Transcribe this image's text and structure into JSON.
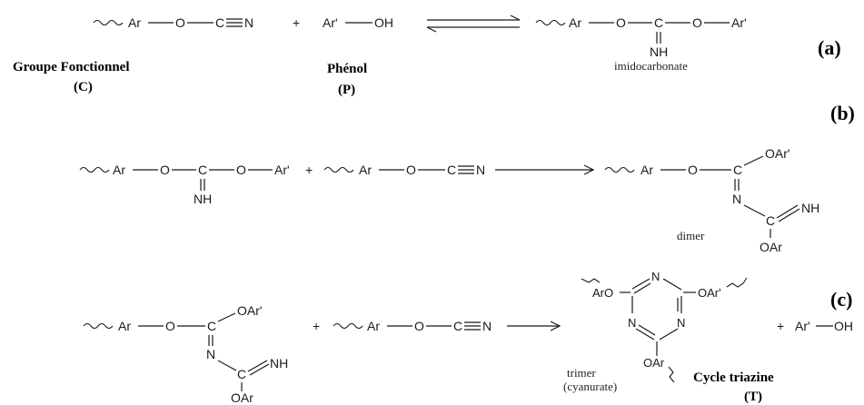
{
  "reaction_a": {
    "tag": "(a)",
    "ar": "Ar",
    "ar_prime": "Ar'",
    "o": "O",
    "c": "C",
    "n": "N",
    "oh": "OH",
    "nh": "NH",
    "plus": "+",
    "label_c_title": "Groupe Fonctionnel",
    "label_c_code": "(C)",
    "label_p_title": "Phénol",
    "label_p_code": "(P)",
    "product_caption": "imidocarbonate"
  },
  "reaction_b": {
    "tag": "(b)",
    "ar": "Ar",
    "ar_prime": "Ar'",
    "o": "O",
    "c": "C",
    "n": "N",
    "nh": "NH",
    "oar": "OAr",
    "oar_prime": "OAr'",
    "plus": "+",
    "product_caption": "dimer"
  },
  "reaction_c": {
    "tag": "(c)",
    "ar": "Ar",
    "o": "O",
    "c": "C",
    "n": "N",
    "nh": "NH",
    "oar": "OAr",
    "oar_prime": "OAr'",
    "aro": "ArO",
    "ar_prime": "Ar'",
    "oh": "OH",
    "plus": "+",
    "trimer_caption_1": "trimer",
    "trimer_caption_2": "(cyanurate)",
    "label_t_title": "Cycle triazine",
    "label_t_code": "(T)"
  }
}
